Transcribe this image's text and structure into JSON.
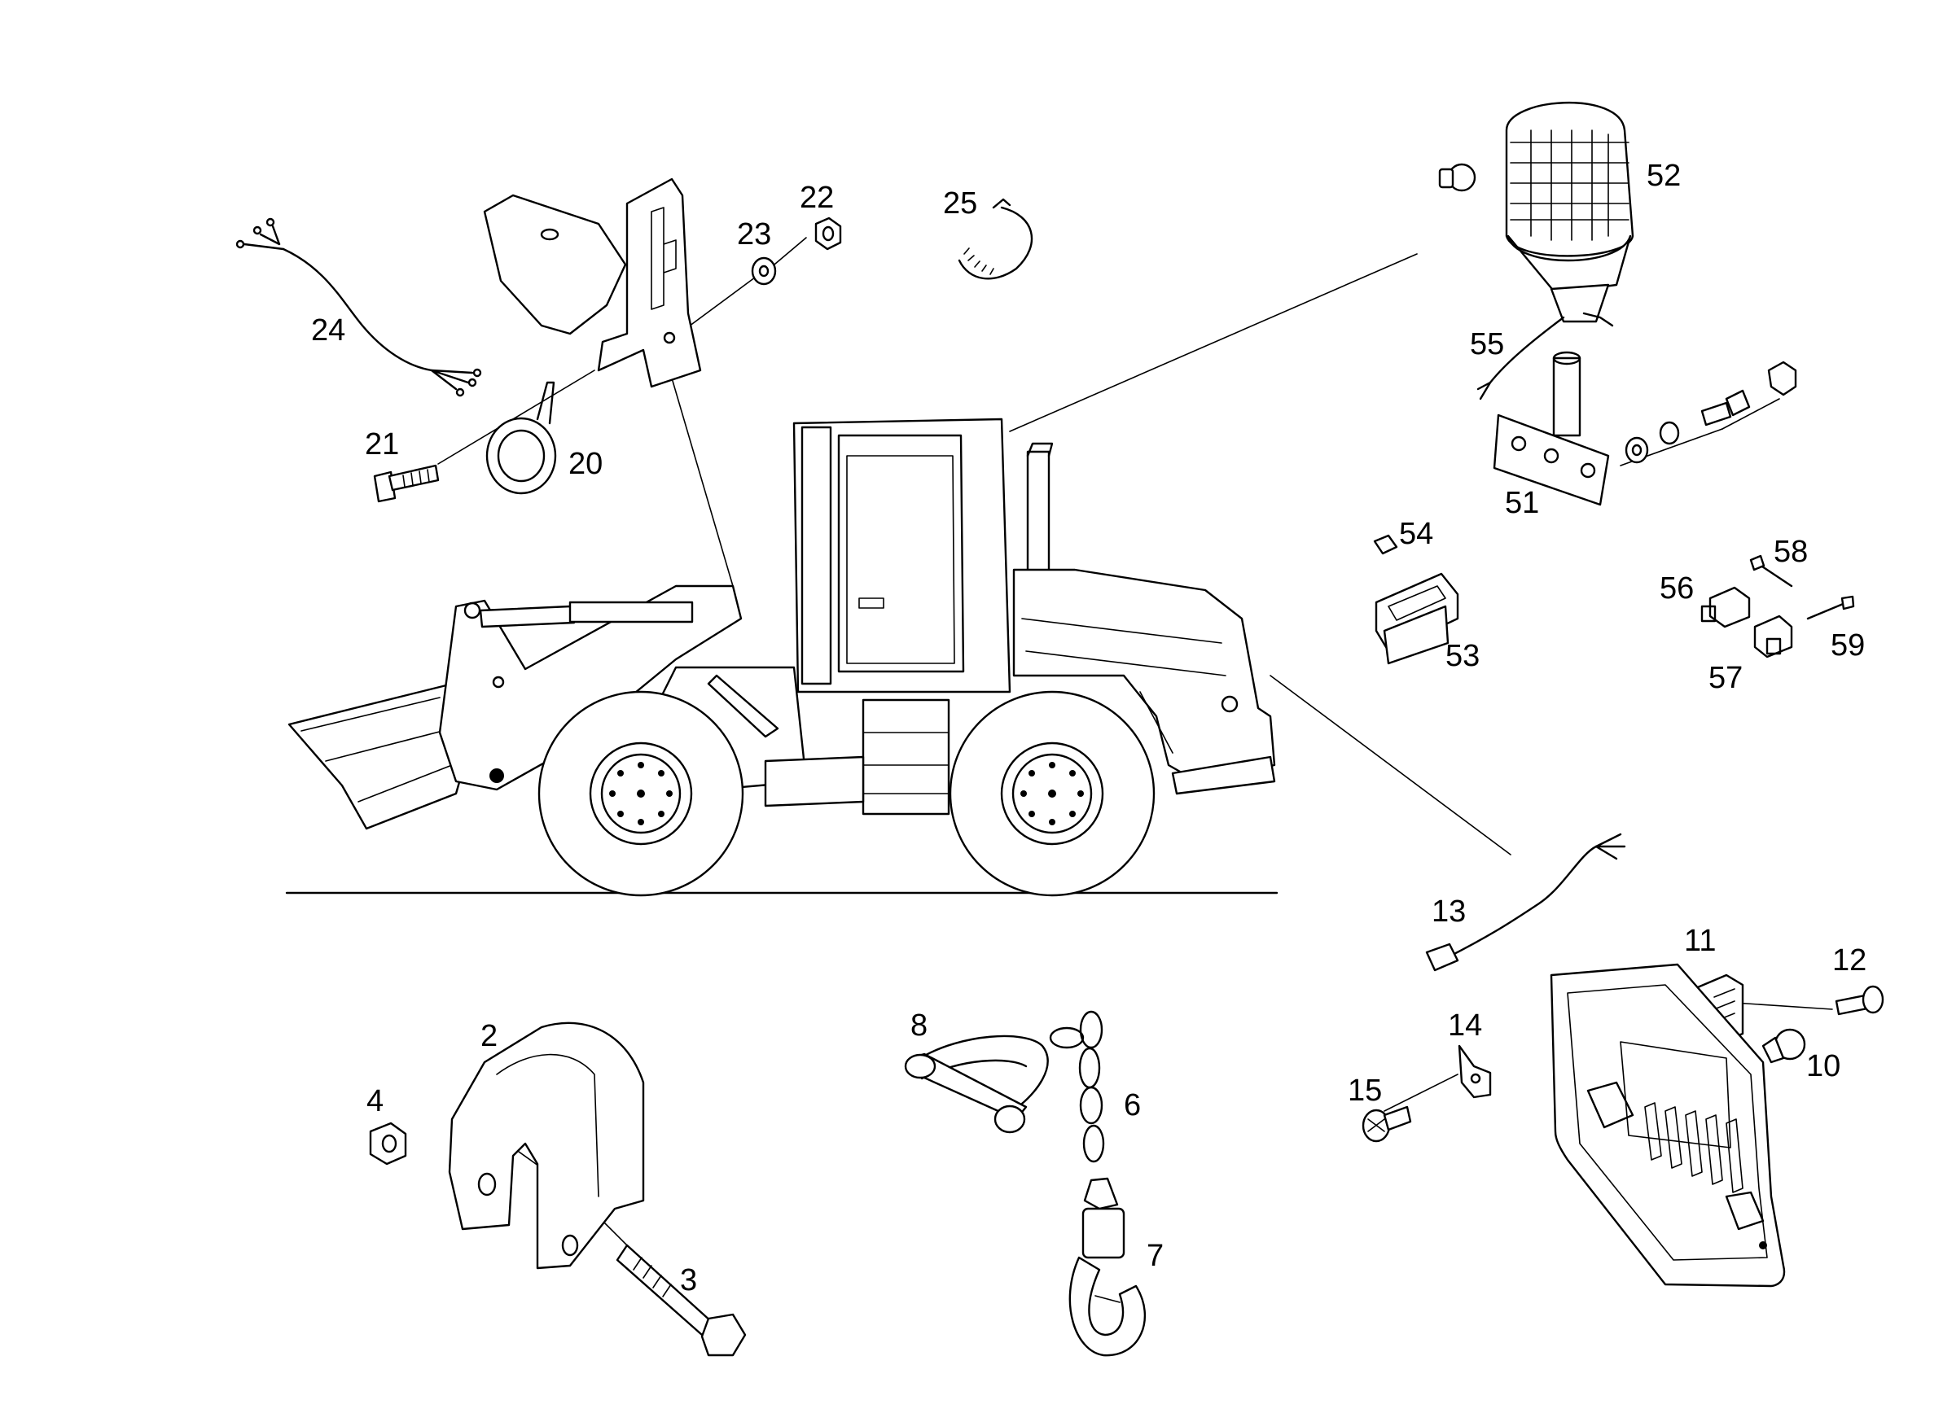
{
  "callouts": [
    {
      "id": "2",
      "text": "2"
    },
    {
      "id": "3",
      "text": "3"
    },
    {
      "id": "4",
      "text": "4"
    },
    {
      "id": "6",
      "text": "6"
    },
    {
      "id": "7",
      "text": "7"
    },
    {
      "id": "8",
      "text": "8"
    },
    {
      "id": "10",
      "text": "10"
    },
    {
      "id": "11",
      "text": "11"
    },
    {
      "id": "12",
      "text": "12"
    },
    {
      "id": "13",
      "text": "13"
    },
    {
      "id": "14",
      "text": "14"
    },
    {
      "id": "15",
      "text": "15"
    },
    {
      "id": "20",
      "text": "20"
    },
    {
      "id": "21",
      "text": "21"
    },
    {
      "id": "22",
      "text": "22"
    },
    {
      "id": "23",
      "text": "23"
    },
    {
      "id": "24",
      "text": "24"
    },
    {
      "id": "25",
      "text": "25"
    },
    {
      "id": "51",
      "text": "51"
    },
    {
      "id": "52",
      "text": "52"
    },
    {
      "id": "53",
      "text": "53"
    },
    {
      "id": "54",
      "text": "54"
    },
    {
      "id": "55",
      "text": "55"
    },
    {
      "id": "56",
      "text": "56"
    },
    {
      "id": "57",
      "text": "57"
    },
    {
      "id": "58",
      "text": "58"
    },
    {
      "id": "59",
      "text": "59"
    }
  ],
  "colors": {
    "line": "#000000",
    "background": "#ffffff"
  }
}
